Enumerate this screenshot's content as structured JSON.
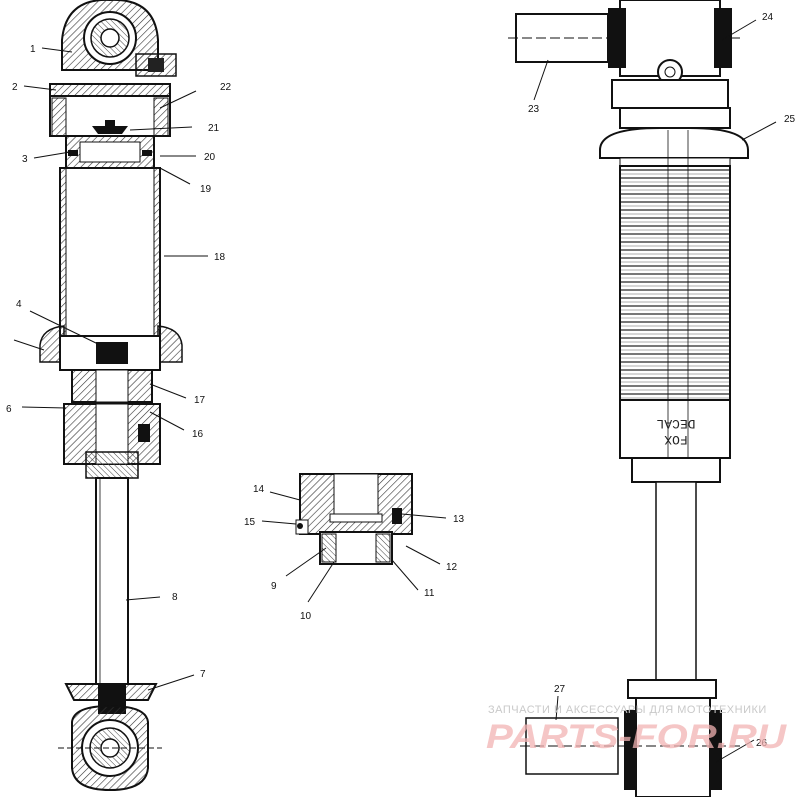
{
  "callouts": [
    "1",
    "2",
    "3",
    "4",
    "6",
    "7",
    "8",
    "9",
    "10",
    "11",
    "12",
    "13",
    "14",
    "15",
    "16",
    "17",
    "18",
    "19",
    "20",
    "21",
    "22",
    "23",
    "24",
    "25",
    "26",
    "27"
  ],
  "decal": {
    "line1": "FOX",
    "line2": "DECAL"
  },
  "watermark": {
    "tagline": "ЗАПЧАСТИ И АКСЕССУАРЫ ДЛЯ МОТОТЕХНИКИ",
    "brand": "PARTS-FOR.RU"
  }
}
